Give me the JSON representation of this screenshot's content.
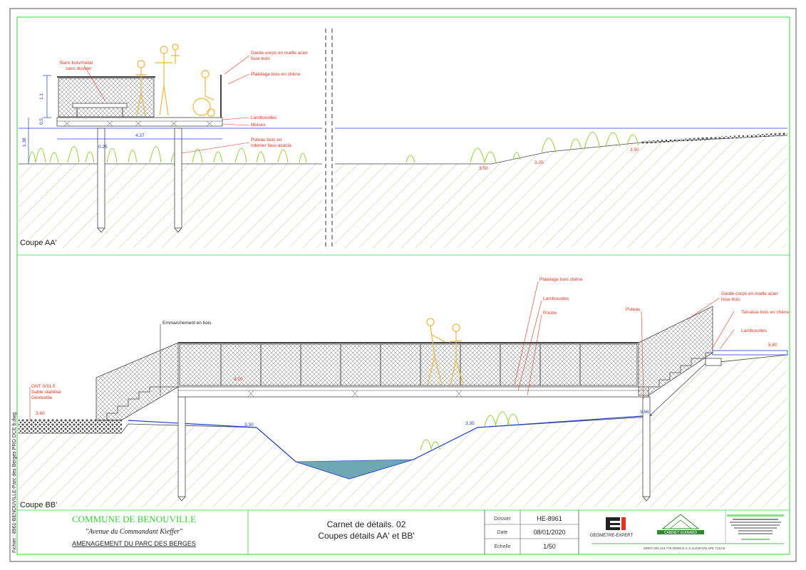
{
  "section_aa": {
    "label": "Coupe AA'",
    "dim_h1": "1.1",
    "dim_small": "0.5",
    "dim_w": "4.37",
    "dim_p": "0.25",
    "dim_1": "1.38",
    "labels": {
      "banc": "Banc bois/métal",
      "banc2": "sans dossier",
      "garde": "Garde-corps en maille acier",
      "garde2": "lisse bois",
      "platelage": "Platelage bois en chêne",
      "lambourdes": "Lambourdes",
      "moises": "Moises",
      "poteau": "Poteau bois en",
      "poteau2": "robinier faux-acacia"
    },
    "levels": [
      "3.50",
      "3.25",
      "3.50"
    ]
  },
  "section_bb": {
    "label": "Coupe BB'",
    "labels": {
      "emmarchement": "Emmarchement en bois",
      "platelage": "Platelage bois chêne",
      "lambourdes": "Lambourdes",
      "poutre": "Poutre",
      "poteau": "Poteau",
      "garde": "Garde-corps en maille acier",
      "garde2": "lisse bois",
      "terrasse": "Terrasse bois  en chêne",
      "lambourdes2": "Lambourdes",
      "gnt": "GNT 0/31.5",
      "sable": "Sable stabilisé",
      "geotextile": "Géotextile"
    },
    "levels": {
      "l360": "3.60",
      "l330": "3.30",
      "l335": "3.35",
      "l366": "3.66",
      "l540": "5.40",
      "l420": "4.20"
    }
  },
  "title_block": {
    "commune": "COMMUNE  DE  BENOUVILLE",
    "avenue": "\"Avenue du Commandant Kieffer\"",
    "amenagement": "AMENAGEMENT DU PARC DES BERGES",
    "carnet": "Carnet de détails. 02",
    "coupes": "Coupes détails AA' et BB'",
    "dossier_label": "Dossier",
    "dossier_value": "HE-8961",
    "date_label": "Date",
    "date_value": "08/01/2020",
    "echelle_label": "Echelle",
    "echelle_value": "1/50",
    "geometre": "GEOMETRE-EXPERT",
    "cabinet": "CABINET   GUIMARD",
    "siret": "SIRET 000 424 776 00000     R.C.S ALENCON     APE 7112 B",
    "side_file": "Fichier : 8961-BENOUVILLE-Parc des Berges  PRO DCE b.dwg"
  },
  "colors": {
    "frame_green": "#33d433",
    "annotation_red": "#e8321e",
    "level_blue": "#1f3fd0",
    "plant_green": "#8fd32a",
    "figure_yellow": "#f2b53a",
    "hatch_green": "#b9b98a"
  }
}
